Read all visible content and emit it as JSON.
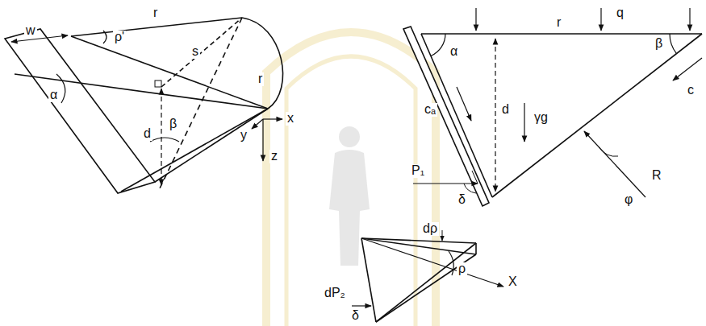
{
  "diagram": {
    "labels": [
      "w",
      "ρ'",
      "r",
      "s",
      "r",
      "d",
      "α",
      "β",
      "x",
      "y",
      "z",
      "r",
      "q",
      "α",
      "cₐ",
      "d",
      "γg",
      "β",
      "c",
      "P₁",
      "δ",
      "R",
      "φ",
      "dρ",
      "ρ",
      "dP₂",
      "δ",
      "X"
    ]
  }
}
